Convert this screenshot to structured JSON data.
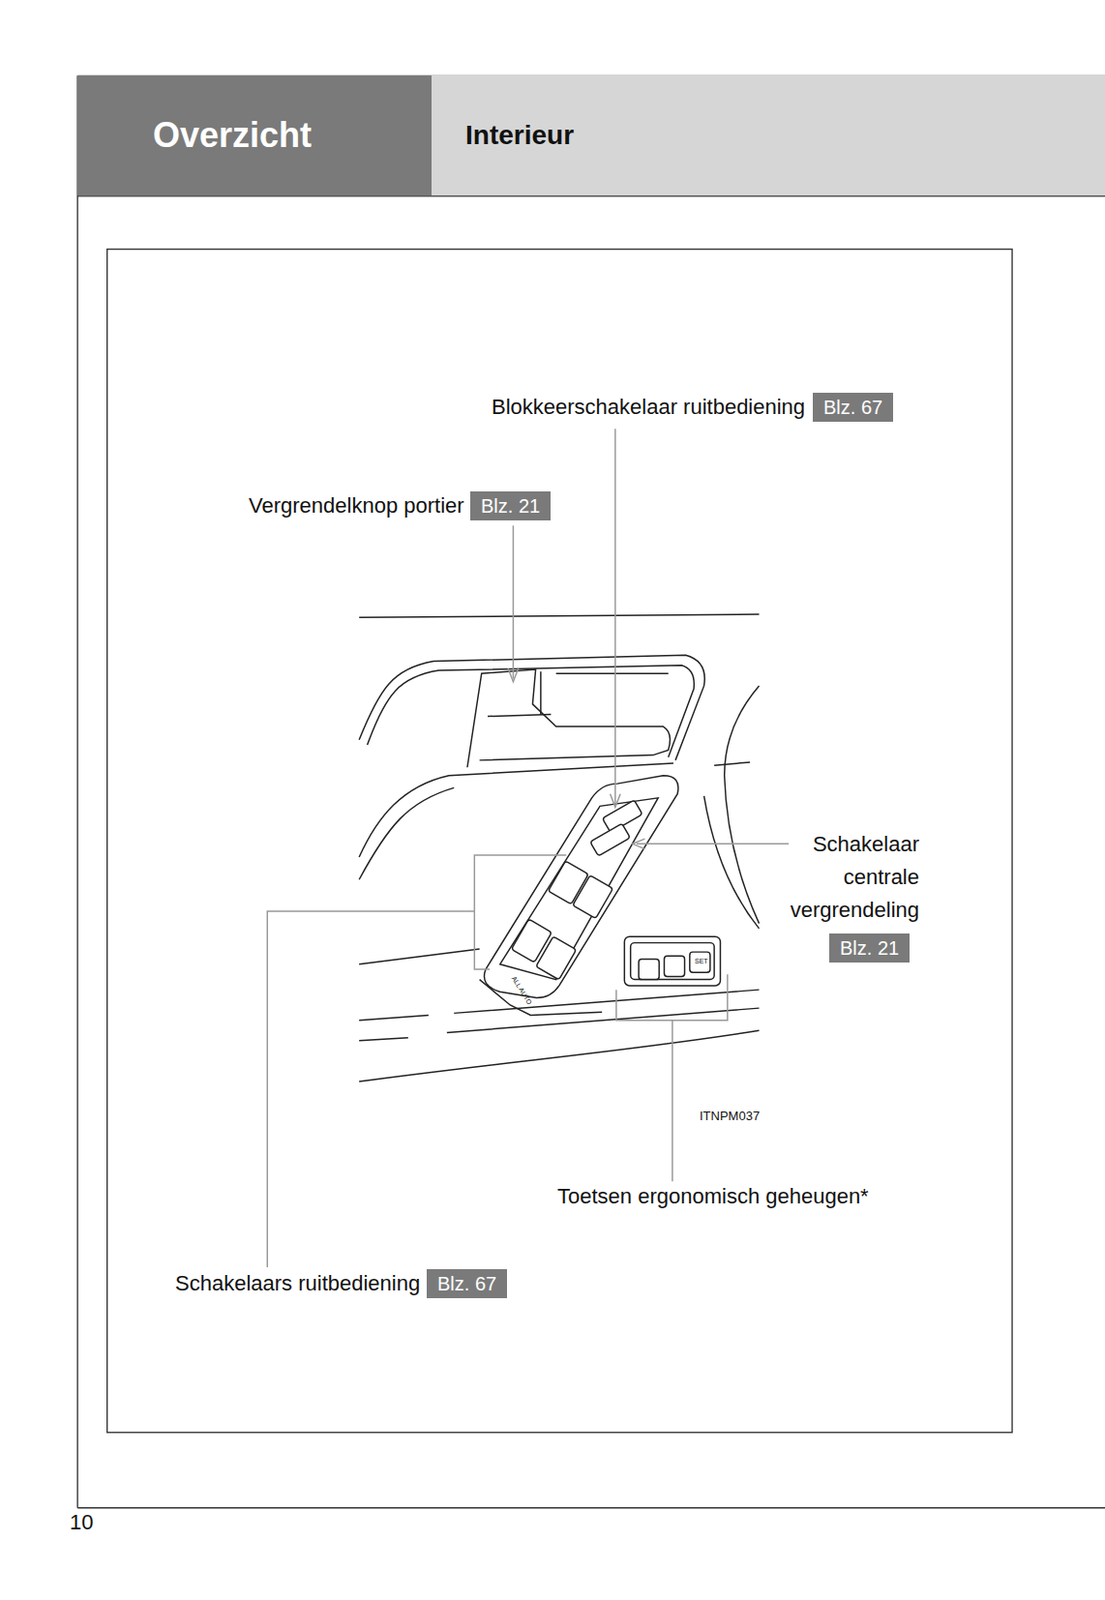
{
  "diagram": {
    "nodes": [
      {
        "text": [
          "Overzicht"
        ]
      },
      {
        "text": [
          "Interieur"
        ]
      },
      {
        "text": [
          "Blz. 67"
        ]
      },
      {
        "text": [
          "Blz. 21"
        ]
      },
      {
        "text": [
          "Blz. 21"
        ]
      },
      {
        "text": [
          "Blz. 67"
        ]
      }
    ],
    "labels": [
      "Blokkeerschakelaar ruitbediening",
      "Vergrendelknop portier",
      "Schakelaar centrale vergrendeling",
      "SET",
      "ALL AUTO",
      "ITNPM037",
      "Toetsen ergonomisch geheugen*",
      "Schakelaars ruitbediening",
      "10"
    ]
  }
}
